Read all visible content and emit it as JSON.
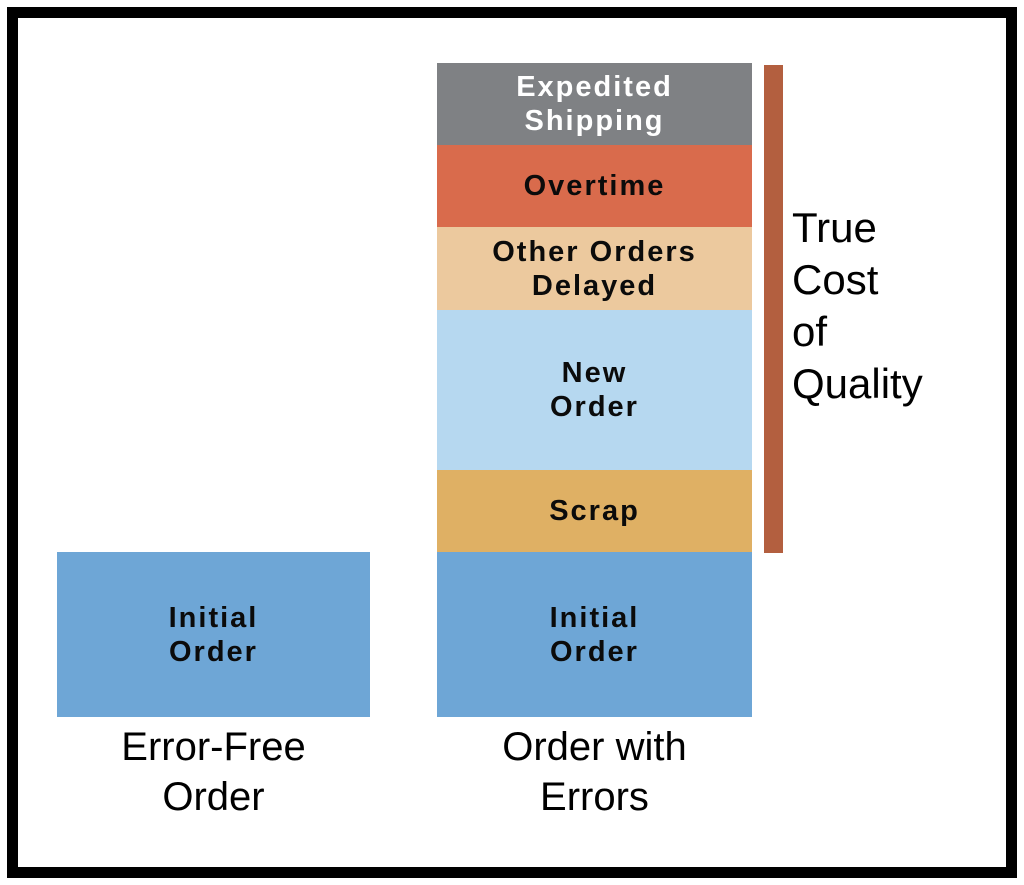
{
  "chart_data": {
    "type": "bar",
    "subtype": "stacked-comparison",
    "orientation": "vertical",
    "axes_shown": false,
    "grid": false,
    "legend": "none (segments labeled inline)",
    "value_unit": "relative, Initial Order = 1.0 (no numeric axis shown)",
    "categories": [
      "Error-Free Order",
      "Order with Errors"
    ],
    "series": [
      {
        "name": "Initial Order",
        "values": [
          1.0,
          1.0
        ],
        "color": "#6ea6d6"
      },
      {
        "name": "Scrap",
        "values": [
          0,
          0.5
        ],
        "color": "#dfb064"
      },
      {
        "name": "New Order",
        "values": [
          0,
          0.97
        ],
        "color": "#b6d8f0"
      },
      {
        "name": "Other Orders Delayed",
        "values": [
          0,
          0.5
        ],
        "color": "#ecc99e"
      },
      {
        "name": "Overtime",
        "values": [
          0,
          0.5
        ],
        "color": "#d96b4c"
      },
      {
        "name": "Expedited Shipping",
        "values": [
          0,
          0.5
        ],
        "color": "#7f8184"
      }
    ],
    "annotation": {
      "text": "True Cost of Quality",
      "marker": "vertical bracket bar right of stacked segments above Initial Order",
      "marker_color": "#b35f3f"
    }
  },
  "bars": {
    "left": {
      "caption": "Error-Free\nOrder",
      "segments": [
        {
          "label": "Initial\nOrder",
          "color": "#6ea6d6",
          "text_color": "#0b0b0b"
        }
      ]
    },
    "right": {
      "caption": "Order with\nErrors",
      "segments": [
        {
          "label": "Expedited\nShipping",
          "color": "#7f8184",
          "text_color": "#ffffff"
        },
        {
          "label": "Overtime",
          "color": "#d96b4c",
          "text_color": "#0b0b0b"
        },
        {
          "label": "Other Orders\nDelayed",
          "color": "#ecc99e",
          "text_color": "#0b0b0b"
        },
        {
          "label": "New\nOrder",
          "color": "#b6d8f0",
          "text_color": "#0b0b0b"
        },
        {
          "label": "Scrap",
          "color": "#dfb064",
          "text_color": "#0b0b0b"
        },
        {
          "label": "Initial\nOrder",
          "color": "#6ea6d6",
          "text_color": "#0b0b0b"
        }
      ]
    }
  },
  "annotation": {
    "label": "True\nCost\nof\nQuality",
    "bar_color": "#b35f3f"
  },
  "frame": {
    "border_color": "#000000"
  }
}
